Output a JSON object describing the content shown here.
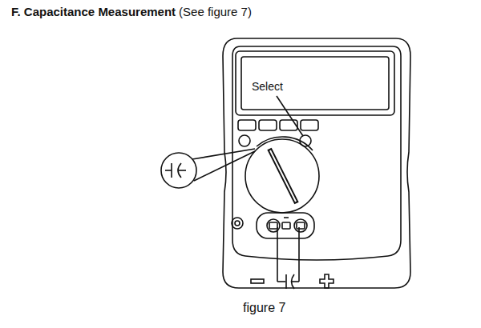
{
  "diagram": {
    "title": "F. Capacitance Measurement",
    "caption": "figure 7",
    "labels": [
      "(See figure 7)",
      "Select"
    ]
  }
}
